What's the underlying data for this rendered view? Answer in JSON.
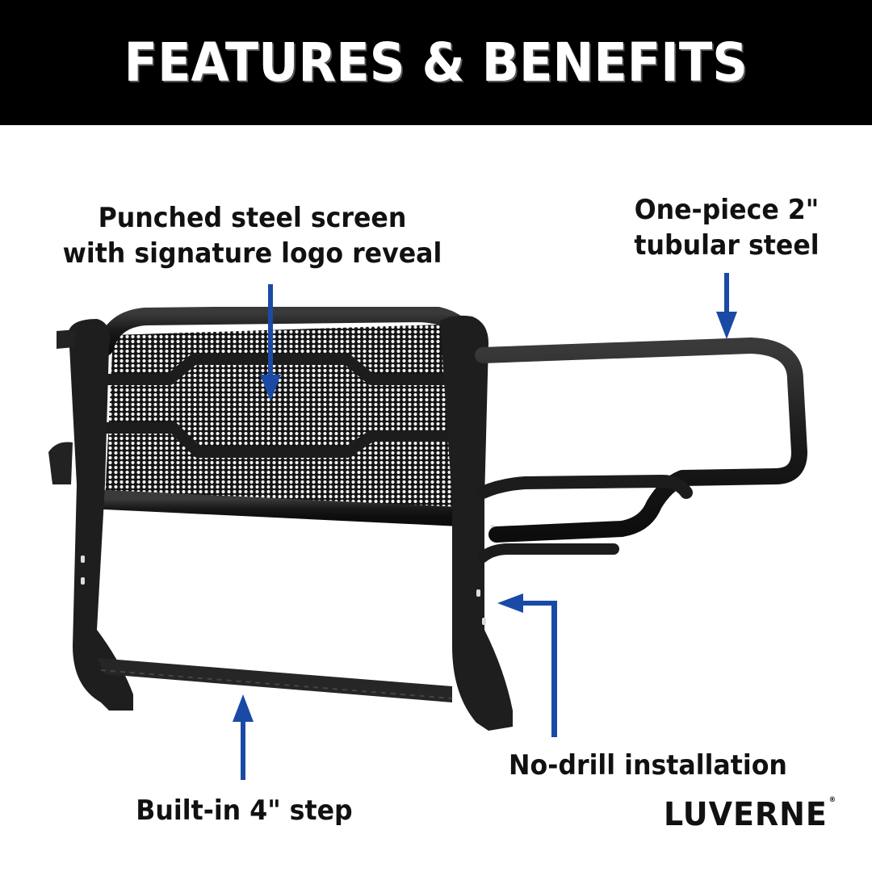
{
  "header": {
    "title": "FEATURES & BENEFITS"
  },
  "callouts": [
    {
      "id": "screen",
      "lines": [
        "Punched steel screen",
        "with signature logo reveal"
      ]
    },
    {
      "id": "tubular",
      "lines": [
        "One-piece 2\"",
        "tubular steel"
      ]
    },
    {
      "id": "install",
      "lines": [
        "No-drill installation"
      ]
    },
    {
      "id": "step",
      "lines": [
        "Built-in 4\" step"
      ]
    }
  ],
  "brand": {
    "name": "LUVERNE",
    "mark": "®"
  },
  "colors": {
    "header_bg": "#000000",
    "header_text": "#ffffff",
    "arrow": "#1a4aa5",
    "product": "#1c1c1c",
    "text": "#111111"
  },
  "product": {
    "icon": "grille-guard-image"
  }
}
